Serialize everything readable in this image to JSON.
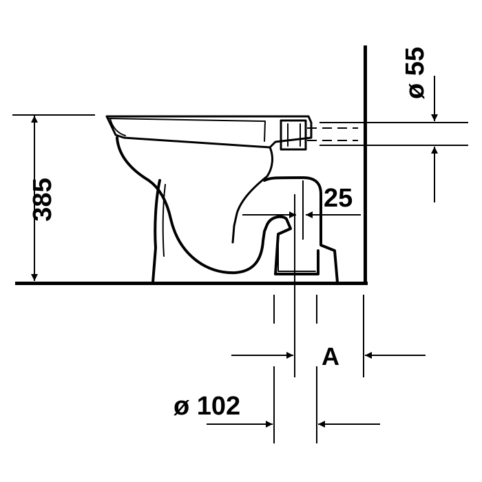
{
  "drawing": {
    "dimensions": {
      "height": "385",
      "horizontal_offset": "25",
      "inlet_diameter": "ø 55",
      "outlet_diameter": "ø 102",
      "outlet_distance": "A"
    }
  },
  "colors": {
    "line": "#000000",
    "background": "#ffffff"
  }
}
